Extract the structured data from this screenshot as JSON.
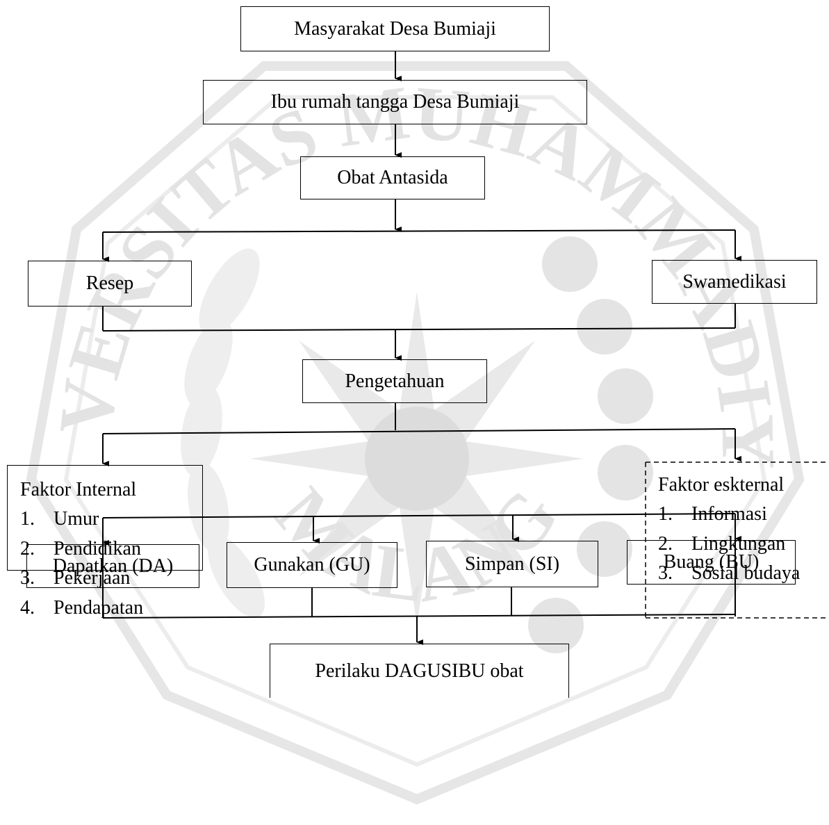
{
  "watermark": {
    "ring_text_top": "UNIVERSITAS MUHAMMADIYAH",
    "ring_text_bottom": "MALANG"
  },
  "nodes": {
    "masyarakat": "Masyarakat Desa Bumiaji",
    "ibu": "Ibu rumah tangga Desa Bumiaji",
    "obat": "Obat Antasida",
    "resep": "Resep",
    "swamedikasi": "Swamedikasi",
    "pengetahuan": "Pengetahuan",
    "faktor_internal": {
      "title": "Faktor Internal",
      "items": [
        {
          "num": "1.",
          "text": "Umur"
        },
        {
          "num": "2.",
          "text": "Pendidikan"
        },
        {
          "num": "3.",
          "text": "Pekerjaan"
        },
        {
          "num": "4.",
          "text": "Pendapatan"
        }
      ]
    },
    "faktor_eksternal": {
      "title": "Faktor eskternal",
      "items": [
        {
          "num": "1.",
          "text": "Informasi"
        },
        {
          "num": "2.",
          "text": "Lingkungan"
        },
        {
          "num": "3.",
          "text": "Sosial budaya"
        }
      ]
    },
    "dapatkan": "Dapatkan (DA)",
    "gunakan": "Gunakan (GU)",
    "simpan": "Simpan (SI)",
    "buang": "Buang (BU)",
    "perilaku": "Perilaku DAGUSIBU obat"
  }
}
